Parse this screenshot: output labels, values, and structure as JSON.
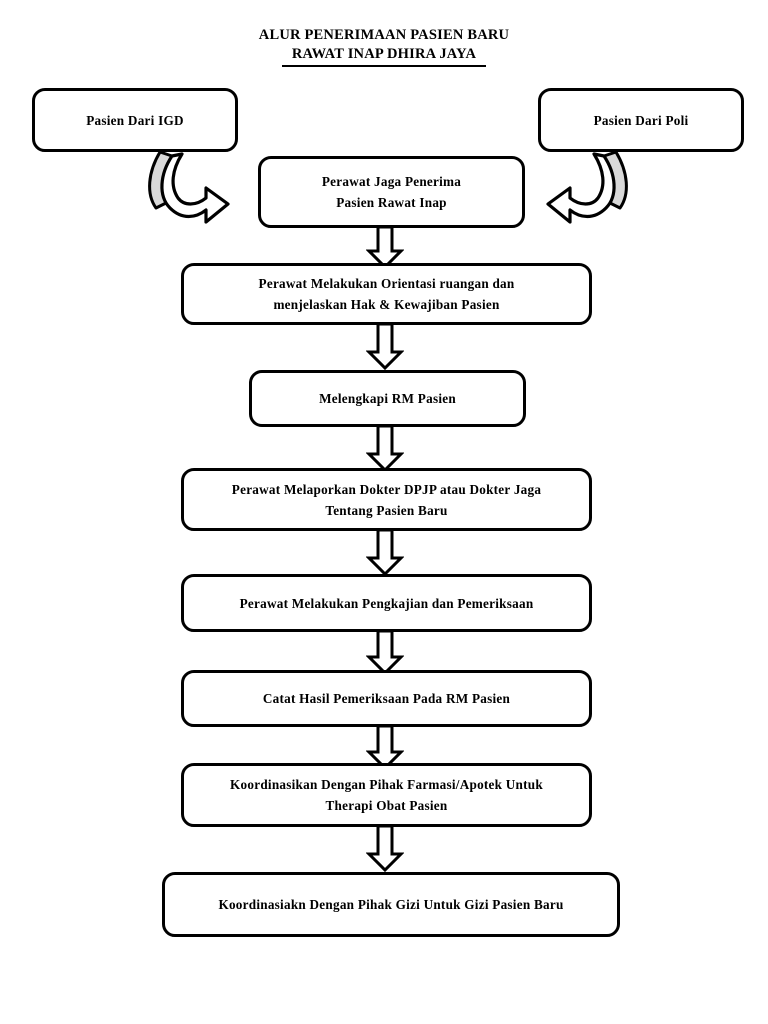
{
  "title": {
    "line1": "ALUR PENERIMAAN PASIEN BARU",
    "line2": "RAWAT INAP DHIRA JAYA"
  },
  "colors": {
    "stroke": "#000000",
    "fill": "#ffffff",
    "arrow_shade": "#d9d9d9",
    "background": "#ffffff"
  },
  "flowchart": {
    "type": "flowchart",
    "orientation": "top-to-bottom",
    "sources": [
      {
        "id": "src-igd",
        "label": "Pasien Dari IGD"
      },
      {
        "id": "src-poli",
        "label": "Pasien Dari Poli"
      }
    ],
    "steps": [
      {
        "id": "step-1",
        "label": "Perawat Jaga Penerima\nPasien Rawat Inap"
      },
      {
        "id": "step-2",
        "label": "Perawat Melakukan Orientasi ruangan dan\nmenjelaskan Hak & Kewajiban Pasien"
      },
      {
        "id": "step-3",
        "label": "Melengkapi RM Pasien"
      },
      {
        "id": "step-4",
        "label": "Perawat Melaporkan Dokter DPJP atau Dokter Jaga\nTentang Pasien Baru"
      },
      {
        "id": "step-5",
        "label": "Perawat Melakukan Pengkajian dan Pemeriksaan"
      },
      {
        "id": "step-6",
        "label": "Catat Hasil Pemeriksaan Pada RM Pasien"
      },
      {
        "id": "step-7",
        "label": "Koordinasikan Dengan Pihak Farmasi/Apotek Untuk\nTherapi Obat Pasien"
      },
      {
        "id": "step-8",
        "label": "Koordinasiakn Dengan Pihak Gizi Untuk Gizi Pasien Baru"
      }
    ],
    "connectors": [
      {
        "id": "curve-left",
        "from": "src-igd",
        "to": "step-1",
        "style": "curved-arrow-right"
      },
      {
        "id": "curve-right",
        "from": "src-poli",
        "to": "step-1",
        "style": "curved-arrow-left"
      },
      {
        "id": "arrow-1-2",
        "from": "step-1",
        "to": "step-2",
        "style": "block-arrow-down"
      },
      {
        "id": "arrow-2-3",
        "from": "step-2",
        "to": "step-3",
        "style": "block-arrow-down"
      },
      {
        "id": "arrow-3-4",
        "from": "step-3",
        "to": "step-4",
        "style": "block-arrow-down"
      },
      {
        "id": "arrow-4-5",
        "from": "step-4",
        "to": "step-5",
        "style": "block-arrow-down"
      },
      {
        "id": "arrow-5-6",
        "from": "step-5",
        "to": "step-6",
        "style": "block-arrow-down"
      },
      {
        "id": "arrow-6-7",
        "from": "step-6",
        "to": "step-7",
        "style": "block-arrow-down"
      },
      {
        "id": "arrow-7-8",
        "from": "step-7",
        "to": "step-8",
        "style": "block-arrow-down"
      }
    ]
  }
}
